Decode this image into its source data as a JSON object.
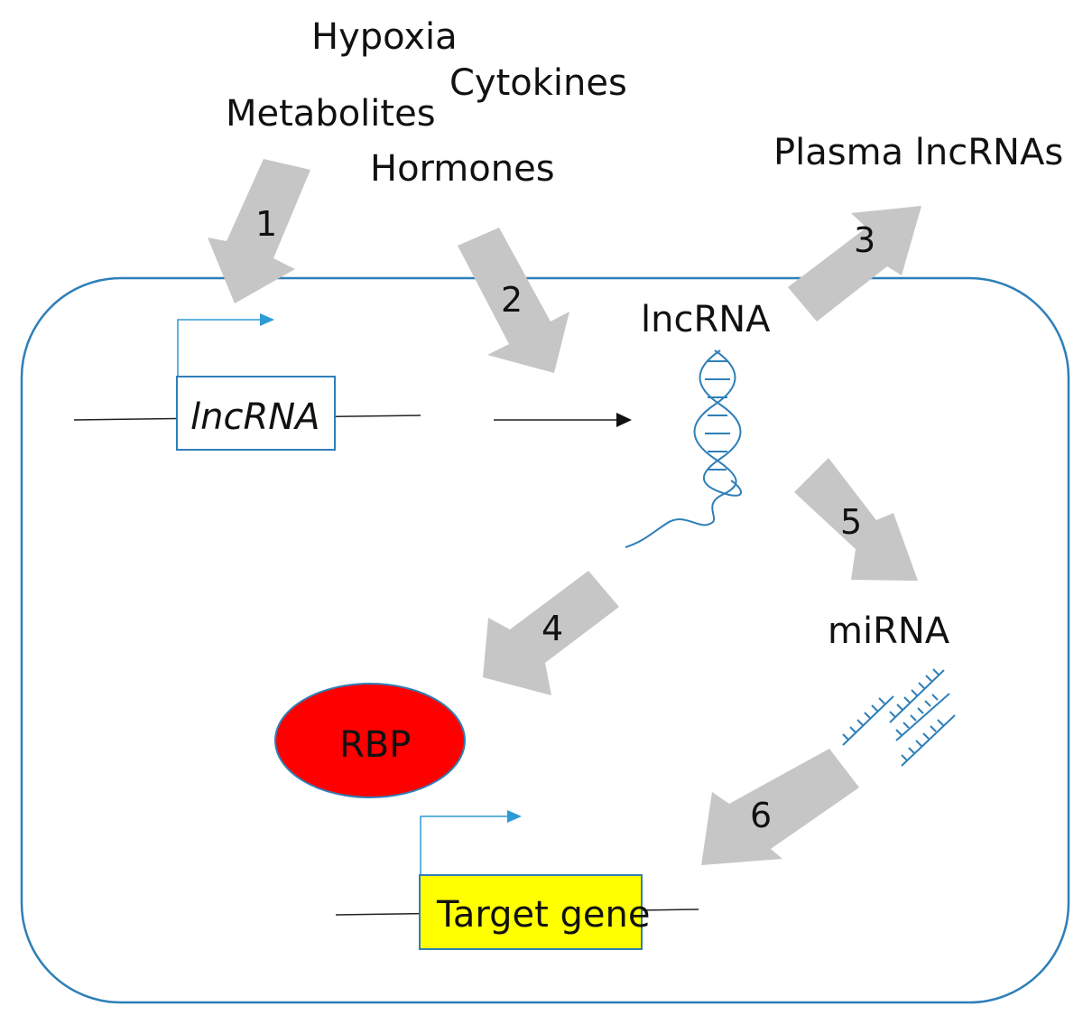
{
  "stimuli": {
    "hypoxia": "Hypoxia",
    "cytokines": "Cytokines",
    "metabolites": "Metabolites",
    "hormones": "Hormones"
  },
  "plasma_lncrnas": "Plasma lncRNAs",
  "steps": [
    "1",
    "2",
    "3",
    "4",
    "5",
    "6"
  ],
  "lncrna_gene_label": "lncRNA",
  "lncrna_molecule_label": "lncRNA",
  "mirna_label": "miRNA",
  "rbp_label": "RBP",
  "target_gene_label": "Target gene",
  "colors": {
    "arrow": "#c6c6c6",
    "cell_outline": "#2e7fb8",
    "rbp_fill": "#ff0000",
    "target_gene_fill": "#ffff00",
    "strand": "#2e7fb8"
  }
}
